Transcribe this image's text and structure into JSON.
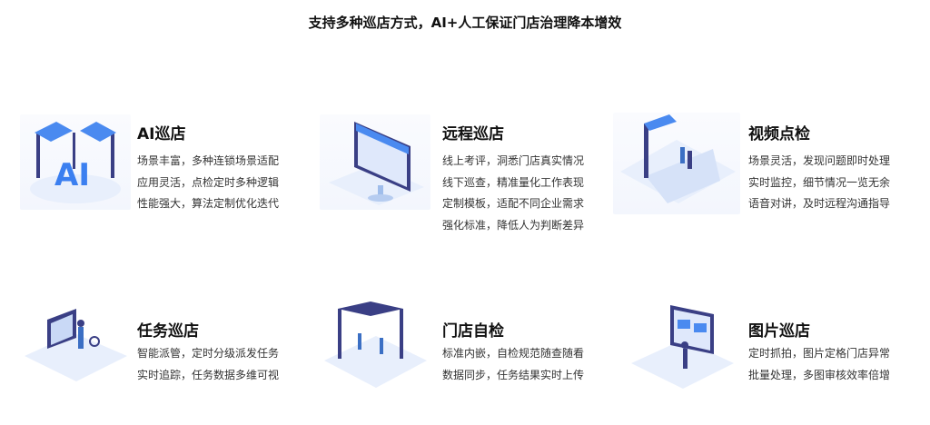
{
  "page_title": "支持多种巡店方式，AI+人工保证门店治理降本增效",
  "cards": [
    {
      "title": "AI巡店",
      "lines": [
        "场景丰富，多种连锁场景适配",
        "应用灵活，点检定时多种逻辑",
        "性能强大，算法定制优化迭代"
      ],
      "icon": "ai-store-illustration"
    },
    {
      "title": "远程巡店",
      "lines": [
        "线上考评，洞悉门店真实情况",
        "线下巡查，精准量化工作表现",
        "定制模板，适配不同企业需求",
        "强化标准，降低人为判断差异"
      ],
      "icon": "monitor-store-illustration"
    },
    {
      "title": "视频点检",
      "lines": [
        "场景灵活，发现问题即时处理",
        "实时监控，细节情况一览无余",
        "语音对讲，及时远程沟通指导"
      ],
      "icon": "video-check-illustration"
    },
    {
      "title": "任务巡店",
      "lines": [
        "智能派管，定时分级派发任务",
        "实时追踪，任务数据多维可视"
      ],
      "icon": "task-illustration"
    },
    {
      "title": "门店自检",
      "lines": [
        "标准内嵌，自检规范随查随看",
        "数据同步，任务结果实时上传"
      ],
      "icon": "self-check-illustration"
    },
    {
      "title": "图片巡店",
      "lines": [
        "定时抓拍，图片定格门店异常",
        "批量处理，多图审核效率倍增"
      ],
      "icon": "photo-illustration"
    }
  ],
  "colors": {
    "accent": "#3b7ff0",
    "dark": "#3a3f85"
  }
}
